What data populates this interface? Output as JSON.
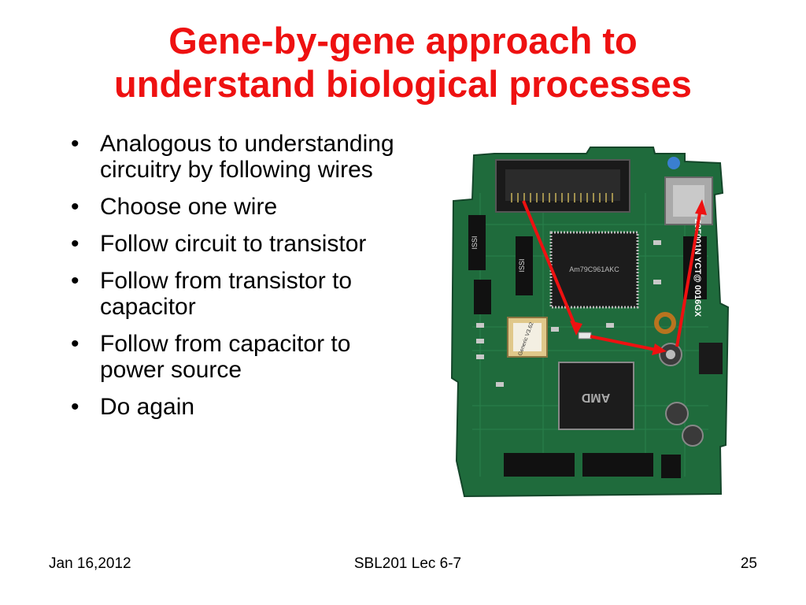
{
  "slide": {
    "title_line1": "Gene-by-gene approach to",
    "title_line2": "understand biological processes",
    "bullet_glyph": "•",
    "bullets": [
      "Analogous to understanding circuitry by following wires",
      "Choose one wire",
      "Follow circuit to transistor",
      "Follow from transistor to capacitor",
      "Follow from capacitor to power source",
      "Do again"
    ]
  },
  "image": {
    "description_icon": "circuit-board-photo",
    "board_color": "#1f6b3c",
    "arrow_color": "#ee1111",
    "chip_labels": {
      "issi": "ISSI",
      "cpu": "AMD",
      "generic": "Generic V3.62",
      "vert": "20F001N YCT@ 0016GX"
    }
  },
  "footer": {
    "date": "Jan 16,2012",
    "course": "SBL201 Lec 6-7",
    "page": "25"
  }
}
